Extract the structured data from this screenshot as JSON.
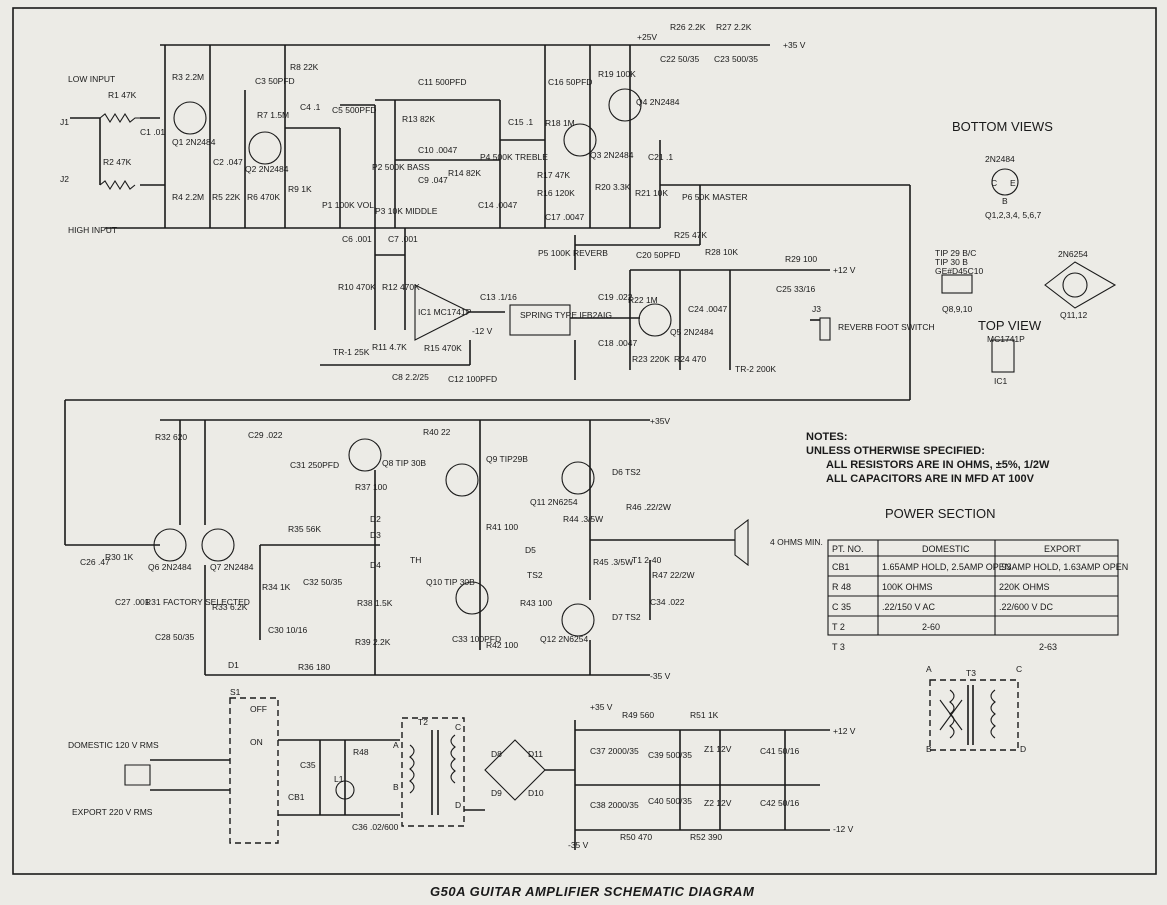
{
  "title": "G50A GUITAR AMPLIFIER SCHEMATIC DIAGRAM",
  "notes": {
    "heading": "NOTES:",
    "line1": "UNLESS OTHERWISE SPECIFIED:",
    "line2": "ALL RESISTORS ARE IN OHMS, ±5%, 1/2W",
    "line3": "ALL CAPACITORS ARE IN MFD AT 100V"
  },
  "bottom_views": {
    "heading": "BOTTOM VIEWS",
    "trans1_name": "2N2484",
    "trans1_pins": [
      "C",
      "E",
      "B"
    ],
    "trans1_refs": "Q1,2,3,4, 5,6,7",
    "trans2_names": [
      "TIP 29 B/C",
      "TIP 30 B",
      "GE#D45C10"
    ],
    "trans2_refs": "Q8,9,10",
    "trans3_name": "2N6254",
    "trans3_refs": "Q11,12"
  },
  "top_view": {
    "heading": "TOP VIEW",
    "chip": "MC1741P",
    "ref": "IC1"
  },
  "power_section": {
    "heading": "POWER SECTION",
    "columns": [
      "PT. NO.",
      "DOMESTIC",
      "EXPORT"
    ],
    "rows": [
      [
        "CB1",
        "1.65AMP HOLD, 2.5AMP OPEN",
        ".93AMP HOLD, 1.63AMP OPEN"
      ],
      [
        "R 48",
        "100K OHMS",
        "220K OHMS"
      ],
      [
        "C 35",
        ".22/150 V AC",
        ".22/600 V DC"
      ],
      [
        "T 2",
        "2-60",
        ""
      ],
      [
        "T 3",
        "",
        "2-63"
      ]
    ],
    "t3": {
      "name": "T3",
      "pins": [
        "A",
        "B",
        "C",
        "D"
      ]
    }
  },
  "inputs": {
    "low": "LOW INPUT",
    "high": "HIGH INPUT",
    "j1": "J1",
    "j2": "J2"
  },
  "rails": {
    "p25": "+25V",
    "p35": "+35 V",
    "m35": "-35 V",
    "p12": "+12 V",
    "m12": "-12 V",
    "p35b": "+35V"
  },
  "preamp_labels": [
    "R1 47K",
    "R2 47K",
    "C1 .01",
    "R3 2.2M",
    "R4 2.2M",
    "Q1 2N2484",
    "C2 .047",
    "R5 22K",
    "C3 50PFD",
    "R7 1.5M",
    "R8 22K",
    "Q2 2N2484",
    "R6 470K",
    "R9 1K",
    "C4 .1",
    "C5 500PFD",
    "P1 100K VOL.",
    "C11 500PFD",
    "R13 82K",
    "C10 .0047",
    "P2 500K BASS",
    "C9 .047",
    "R14 82K",
    "P3 10K MIDDLE",
    "C15 .1",
    "P4 500K TREBLE",
    "C14 .0047",
    "C16 50PFD",
    "R18 1M",
    "R17 47K",
    "R16 120K",
    "C17 .0047",
    "Q3 2N2484",
    "R20 3.3K",
    "R19 100K",
    "Q4 2N2484",
    "C21 .1",
    "R21 10K",
    "P6 50K MASTER",
    "C22 50/35",
    "R26 2.2K",
    "R27 2.2K",
    "C23 500/35",
    "R25 47K",
    "P5 100K REVERB"
  ],
  "reverb_labels": [
    "C6 .001",
    "C7 .001",
    "R10 470K",
    "R12 470K",
    "IC1 MC1741P",
    "C13 .1/16",
    "SPRING TYPE IFB2AIG",
    "R11 4.7K",
    "TR-1 25K",
    "C8 2.2/25",
    "R15 470K",
    "C12 100PFD",
    "C20 50PFD",
    "R28 10K",
    "R29 100",
    "C25 33/16",
    "C19 .022",
    "R22 1M",
    "C24 .0047",
    "Q5 2N2484",
    "C18 .0047",
    "R23 220K",
    "R24 470",
    "TR-2 200K",
    "J3",
    "REVERB FOOT SWITCH"
  ],
  "power_amp_labels": [
    "R32 620",
    "C29 .022",
    "R40 22",
    "C31 250PFD",
    "Q8 TIP 30B",
    "Q9 TIP29B",
    "D6 TS2",
    "Q11 2N6254",
    "R37 100",
    "R41 100",
    "R44 .3/5W",
    "R46 .22/2W",
    "T1 2-40",
    "R47 22/2W",
    "C34 .022",
    "4 OHMS MIN.",
    "C26 .47",
    "R30 1K",
    "Q6 2N2484",
    "Q7 2N2484",
    "R35 56K",
    "D2",
    "D3",
    "D4",
    "TH",
    "D5",
    "TS2",
    "R45 .3/5W",
    "C32 50/35",
    "R38 1.5K",
    "Q10 TIP 30B",
    "R43 100",
    "D7 TS2",
    "R31 FACTORY SELECTED",
    "R33 6.2K",
    "R34 1K",
    "C30 10/16",
    "C27 .001",
    "C28 50/35",
    "R39 2.2K",
    "C33 100PFD",
    "R42 100",
    "Q12 2N6254",
    "D1",
    "R36 180"
  ],
  "psu_labels": [
    "S1",
    "OFF",
    "ON",
    "DOMESTIC 120 V RMS",
    "EXPORT 220 V RMS",
    "CB1",
    "C35",
    "R48",
    "L1",
    "C36 .02/600",
    "T2",
    "A",
    "B",
    "C",
    "D",
    "D8",
    "D11",
    "D9",
    "D10",
    "C37 2000/35",
    "C38 2000/35",
    "R49 560",
    "R51 1K",
    "C39 500/35",
    "C40 500/35",
    "Z1 12V",
    "Z2 12V",
    "C41 50/16",
    "C42 50/16",
    "R50 470",
    "R52 390",
    "+35 V",
    "-35 V",
    "+12 V",
    "-12 V"
  ]
}
